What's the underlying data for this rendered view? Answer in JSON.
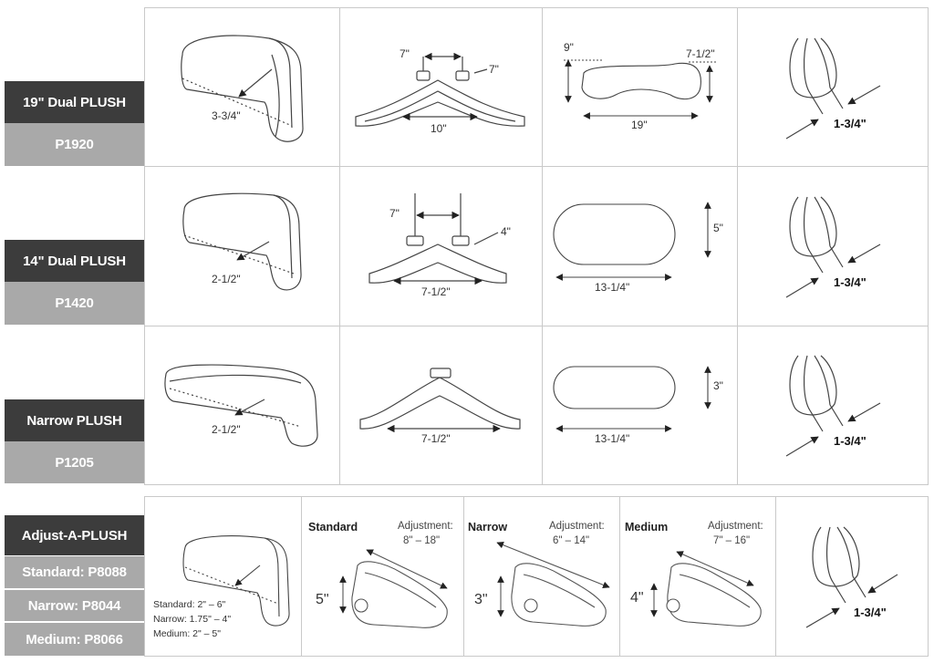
{
  "rows": [
    {
      "name": "19\" Dual PLUSH",
      "sku": "P1920",
      "side_depth": "3-3/4\"",
      "post_spacing": "7\"",
      "bar_height": "7\"",
      "base_width": "10\"",
      "front_height": "9\"",
      "front_height2": "7-1/2\"",
      "front_width": "19\"",
      "thickness": "1-3/4\""
    },
    {
      "name": "14\" Dual PLUSH",
      "sku": "P1420",
      "side_depth": "2-1/2\"",
      "post_spacing": "7\"",
      "bar_height": "4\"",
      "base_width": "7-1/2\"",
      "front_height": "5\"",
      "front_width": "13-1/4\"",
      "thickness": "1-3/4\""
    },
    {
      "name": "Narrow PLUSH",
      "sku": "P1205",
      "side_depth": "2-1/2\"",
      "base_width": "7-1/2\"",
      "front_height": "3\"",
      "front_width": "13-1/4\"",
      "thickness": "1-3/4\""
    }
  ],
  "adjust": {
    "name": "Adjust-A-PLUSH",
    "skus": [
      "Standard: P8088",
      "Narrow: P8044",
      "Medium: P8066"
    ],
    "ranges": [
      "Standard: 2\" – 6\"",
      "Narrow: 1.75\" – 4\"",
      "Medium: 2\" – 5\""
    ],
    "variants": [
      {
        "title": "Standard",
        "adj_label": "Adjustment:",
        "adj_range": "8\" – 18\"",
        "height": "5\""
      },
      {
        "title": "Narrow",
        "adj_label": "Adjustment:",
        "adj_range": "6\" – 14\"",
        "height": "3\""
      },
      {
        "title": "Medium",
        "adj_label": "Adjustment:",
        "adj_range": "7\" – 16\"",
        "height": "4\""
      }
    ],
    "thickness": "1-3/4\""
  }
}
